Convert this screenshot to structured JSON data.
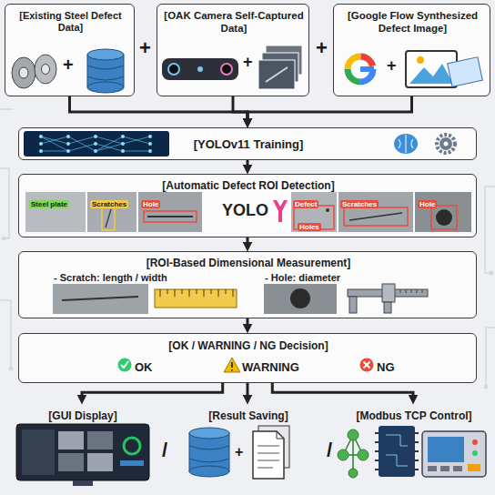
{
  "diagram": {
    "nodes": [
      {
        "text": [
          "[Existing Steel Defect Data]"
        ]
      },
      {
        "text": [
          "[OAK Camera Self-Captured Data]"
        ]
      },
      {
        "text": [
          "[Google Flow Synthesized Defect Image]"
        ]
      },
      {
        "text": [
          "[YOLOv11 Training]"
        ]
      },
      {
        "text": [
          "[Automatic Defect ROI Detection]"
        ]
      },
      {
        "text": [
          "[ROI-Based Dimensional Measurement]",
          "- Scratch: length / width",
          "- Hole: diameter"
        ]
      },
      {
        "text": [
          "[OK / WARNING / NG Decision]",
          "OK",
          "WARNING",
          "NG"
        ]
      },
      {
        "text": [
          "[GUI Display]"
        ]
      },
      {
        "text": [
          "[Result Saving]"
        ]
      },
      {
        "text": [
          "[Modbus TCP Control]"
        ]
      }
    ],
    "edges": [
      {
        "from": 0,
        "to": 3,
        "arrow": "to"
      },
      {
        "from": 1,
        "to": 3,
        "arrow": "to"
      },
      {
        "from": 2,
        "to": 3,
        "arrow": "to"
      },
      {
        "from": 3,
        "to": 4,
        "arrow": "to"
      },
      {
        "from": 4,
        "to": 5,
        "arrow": "to"
      },
      {
        "from": 5,
        "to": 6,
        "arrow": "to"
      },
      {
        "from": 6,
        "to": 7,
        "arrow": "to"
      },
      {
        "from": 6,
        "to": 8,
        "arrow": "to"
      },
      {
        "from": 6,
        "to": 9,
        "arrow": "to"
      }
    ],
    "labels": [
      "+",
      "+",
      "+",
      "+",
      "+",
      "Steel plate",
      "Scratches",
      "Hole",
      "YOLO",
      "Defect",
      "Holes",
      "Scratches",
      "Hole",
      "/",
      "+",
      "/"
    ]
  }
}
